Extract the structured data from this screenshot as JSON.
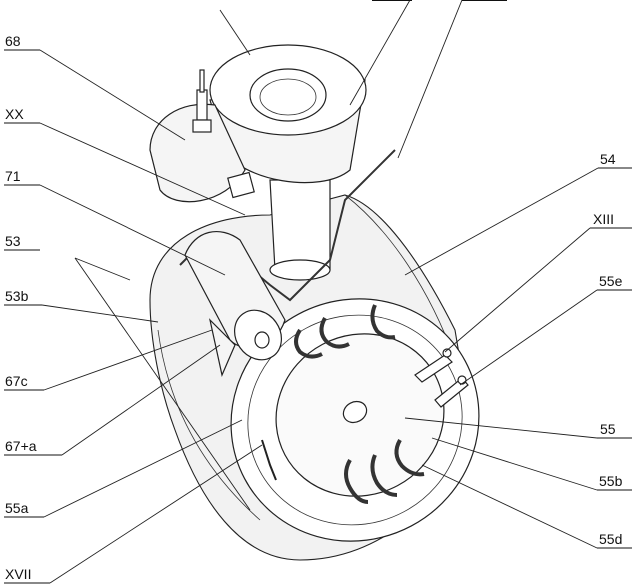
{
  "labels": {
    "l68": "68",
    "lXX": "XX",
    "l71": "71",
    "l53": "53",
    "l53b": "53b",
    "l67c": "67c",
    "l67a": "67+a",
    "l55a": "55a",
    "lXVII": "XVII",
    "l54": "54",
    "lXIII": "XIII",
    "l55e": "55e",
    "l55": "55",
    "l55b": "55b",
    "l55d": "55d"
  }
}
